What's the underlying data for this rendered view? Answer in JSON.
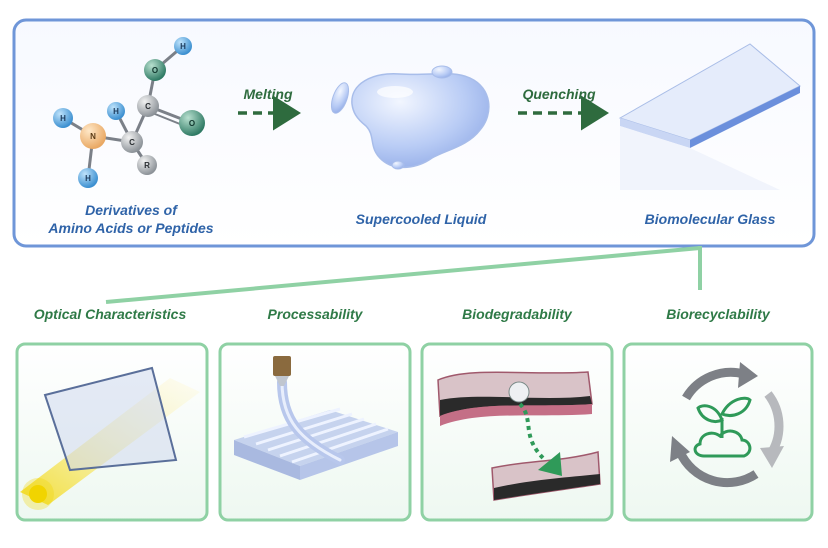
{
  "process": {
    "source_label_line1": "Derivatives of",
    "source_label_line2": "Amino Acids or Peptides",
    "step1_label": "Melting",
    "intermediate_label": "Supercooled Liquid",
    "step2_label": "Quenching",
    "product_label": "Biomolecular Glass"
  },
  "molecule": {
    "atoms": [
      "H",
      "N",
      "H",
      "H",
      "C",
      "R",
      "C",
      "O",
      "H",
      "O"
    ]
  },
  "properties": [
    {
      "label": "Optical Characteristics",
      "icon": "light-through-glass-icon"
    },
    {
      "label": "Processability",
      "icon": "3d-printing-icon"
    },
    {
      "label": "Biodegradability",
      "icon": "tissue-degradation-icon"
    },
    {
      "label": "Biorecyclability",
      "icon": "recycle-plant-icon"
    }
  ],
  "colors": {
    "frame_blue": "#6f96d8",
    "frame_green": "#8fd1a4",
    "label_blue": "#2f63a8",
    "label_green": "#2f7a47",
    "arrow_green": "#2e6b3e"
  }
}
